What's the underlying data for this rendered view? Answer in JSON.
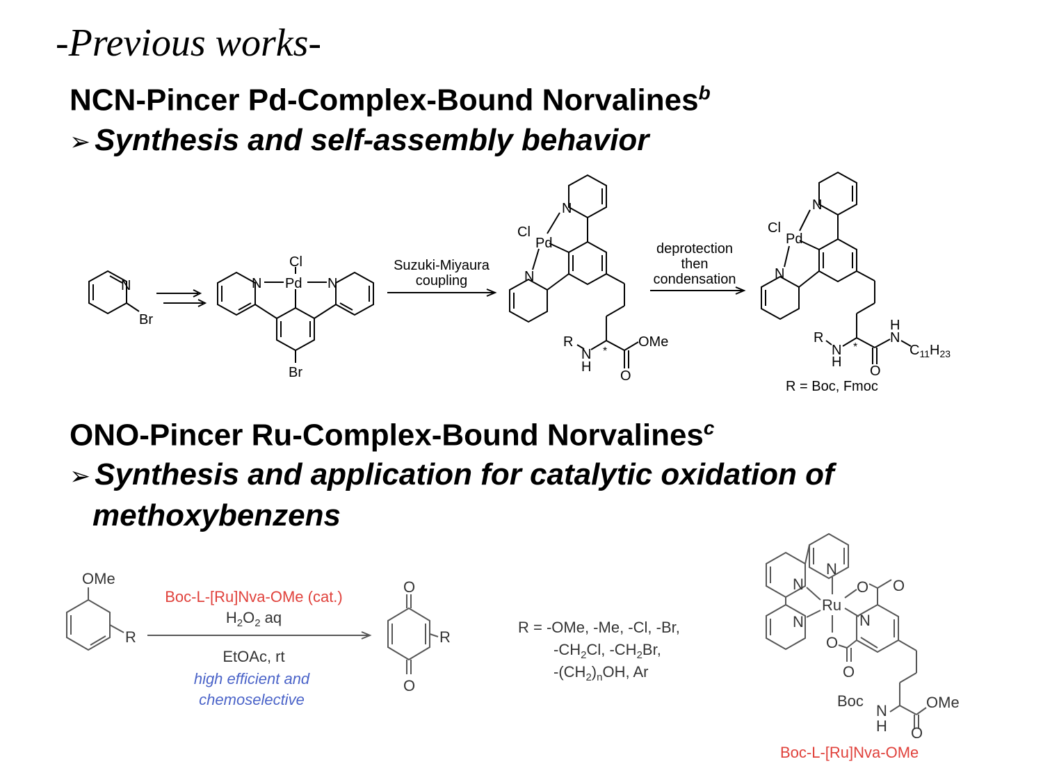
{
  "slide": {
    "title": "-Previous works-"
  },
  "section1": {
    "title": "NCN-Pincer Pd-Complex-Bound Norvalines",
    "title_sup": "b",
    "subtitle": "Synthesis and self-assembly behavior",
    "arrow_glyph": "➢",
    "scheme": {
      "start_labels": {
        "n": "N",
        "br": "Br"
      },
      "complex1_labels": {
        "cl": "Cl",
        "pd": "Pd",
        "n_left": "N",
        "n_right": "N",
        "br": "Br"
      },
      "arrow1": {
        "line1": "Suzuki-Miyaura",
        "line2": "coupling"
      },
      "complex2_labels": {
        "cl": "Cl",
        "pd": "Pd",
        "n_top": "N",
        "n_bottom": "N",
        "r": "R",
        "nh_n": "N",
        "nh_h": "H",
        "star": "*",
        "ome": "OMe",
        "o": "O"
      },
      "arrow2": {
        "line1": "deprotection",
        "line2": "then",
        "line3": "condensation"
      },
      "complex3_labels": {
        "cl": "Cl",
        "pd": "Pd",
        "n_top": "N",
        "n_bottom": "N",
        "r": "R",
        "nh_n": "N",
        "nh_h": "H",
        "star": "*",
        "amide_n": "N",
        "amide_h": "H",
        "c11": "C",
        "c11_sub1": "11",
        "c11_h": "H",
        "c11_sub2": "23",
        "o": "O"
      },
      "r_definition": "R = Boc, Fmoc"
    }
  },
  "section2": {
    "title": "ONO-Pincer Ru-Complex-Bound Norvalines",
    "title_sup": "c",
    "subtitle_line1": "Synthesis and application for catalytic oxidation of",
    "subtitle_line2": "methoxybenzens",
    "arrow_glyph": "➢",
    "scheme": {
      "reactant": {
        "ome": "OMe",
        "r": "R"
      },
      "conditions": {
        "catalyst": "Boc-L-[Ru]Nva-OMe (cat.)",
        "oxidant_h2": "H",
        "oxidant_sub1": "2",
        "oxidant_o2": "O",
        "oxidant_sub2": "2",
        "oxidant_aq": " aq",
        "solvent": "EtOAc, rt",
        "note_line1": "high efficient and",
        "note_line2": "chemoselective"
      },
      "product": {
        "o_top": "O",
        "o_bottom": "O",
        "r": "R"
      },
      "r_def": {
        "line1": "R = -OMe, -Me, -Cl, -Br,",
        "line2_a": "-CH",
        "line2_sub1": "2",
        "line2_b": "Cl, -CH",
        "line2_sub2": "2",
        "line2_c": "Br,",
        "line3_a": "-(CH",
        "line3_sub": "2",
        "line3_n": "n",
        "line3_b": "OH, Ar"
      },
      "catalyst_structure": {
        "n1": "N",
        "n2": "N",
        "n3": "N",
        "ru": "Ru",
        "n4": "N",
        "o1": "O",
        "o_c1": "O",
        "o2": "O",
        "o_c2": "O",
        "boc": "Boc",
        "nh_n": "N",
        "nh_h": "H",
        "ome": "OMe",
        "o_ester": "O",
        "name": "Boc-L-[Ru]Nva-OMe"
      }
    },
    "colors": {
      "catalyst_red": "#e0413b",
      "note_blue": "#4a63c8",
      "gray_text": "#333333"
    }
  }
}
